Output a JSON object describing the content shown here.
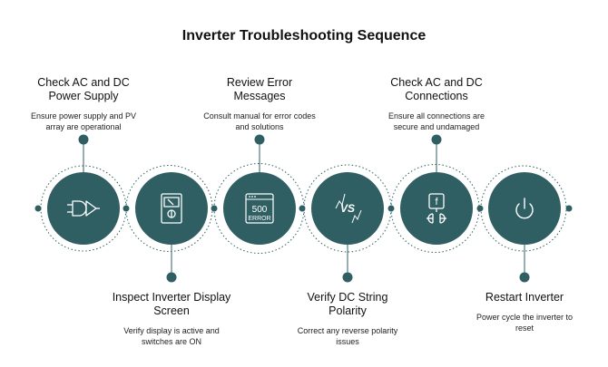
{
  "title": "Inverter Troubleshooting Sequence",
  "colors": {
    "node": "#2f5f63",
    "line": "#2f5f63",
    "text": "#111111",
    "icon": "#ffffff"
  },
  "steps": [
    {
      "title_line1": "Check AC and DC",
      "title_line2": "Power Supply",
      "desc_line1": "Ensure power supply and PV",
      "desc_line2": "array are operational",
      "icon": "logic-gate-icon",
      "position": "top"
    },
    {
      "title_line1": "Inspect Inverter Display",
      "title_line2": "Screen",
      "desc_line1": "Verify display is active and",
      "desc_line2": "switches are ON",
      "icon": "meter-display-icon",
      "position": "bottom"
    },
    {
      "title_line1": "Review Error",
      "title_line2": "Messages",
      "desc_line1": "Consult manual for error codes",
      "desc_line2": "and solutions",
      "icon": "error-500-icon",
      "icon_text1": "500",
      "icon_text2": "ERROR",
      "position": "top"
    },
    {
      "title_line1": "Verify DC String",
      "title_line2": "Polarity",
      "desc_line1": "Correct any reverse polarity",
      "desc_line2": "issues",
      "icon": "polarity-vs-icon",
      "icon_text": "VS",
      "position": "bottom"
    },
    {
      "title_line1": "Check AC and DC",
      "title_line2": "Connections",
      "desc_line1": "Ensure all connections are",
      "desc_line2": "secure and undamaged",
      "icon": "plug-connection-icon",
      "icon_text": "f",
      "position": "top"
    },
    {
      "title_line1": "Restart Inverter",
      "title_line2": "",
      "desc_line1": "Power cycle the inverter to",
      "desc_line2": "reset",
      "icon": "power-icon",
      "position": "bottom"
    }
  ]
}
